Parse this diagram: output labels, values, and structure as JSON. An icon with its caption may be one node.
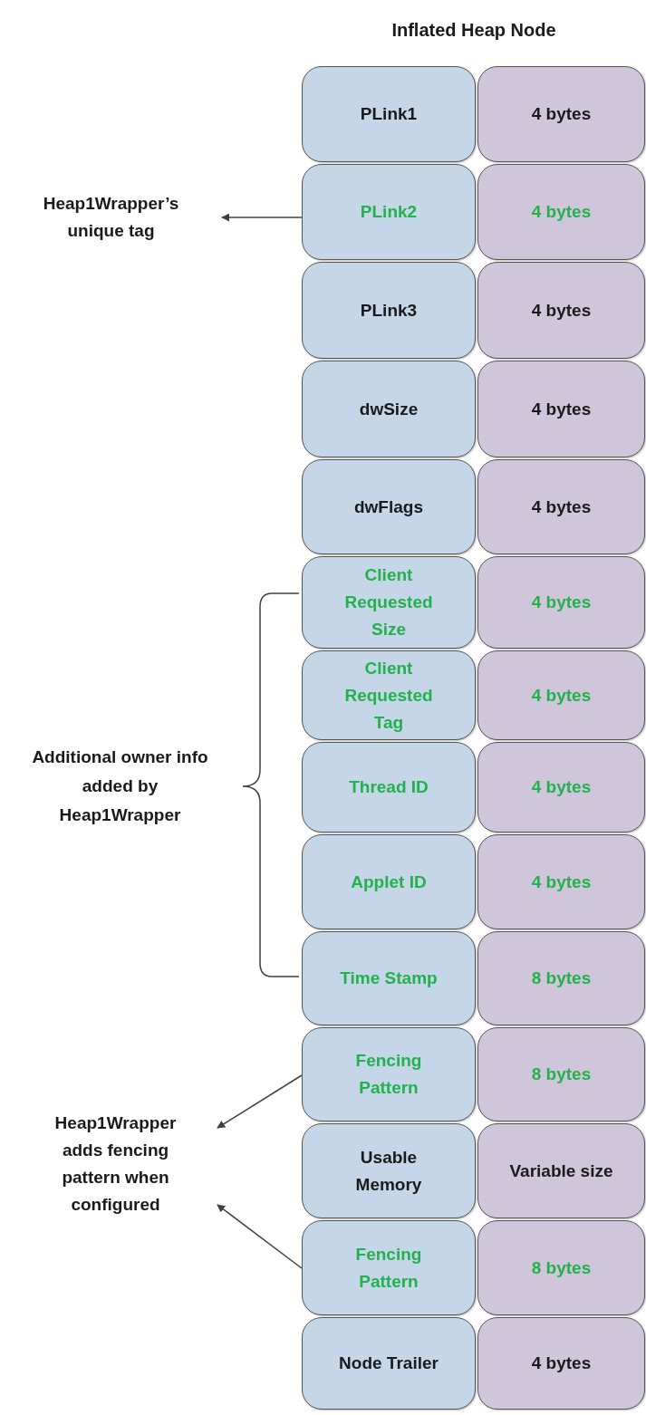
{
  "diagram": {
    "title": "Inflated Heap Node",
    "nodes": [
      {
        "text": [
          "PLink1"
        ]
      },
      {
        "text": [
          "4 bytes"
        ]
      },
      {
        "text": [
          "PLink2"
        ]
      },
      {
        "text": [
          "4 bytes"
        ]
      },
      {
        "text": [
          "PLink3"
        ]
      },
      {
        "text": [
          "4 bytes"
        ]
      },
      {
        "text": [
          "dwSize"
        ]
      },
      {
        "text": [
          "4 bytes"
        ]
      },
      {
        "text": [
          "dwFlags"
        ]
      },
      {
        "text": [
          "4 bytes"
        ]
      },
      {
        "text": [
          "Client Requested Size"
        ]
      },
      {
        "text": [
          "4 bytes"
        ]
      },
      {
        "text": [
          "Client Requested Tag"
        ]
      },
      {
        "text": [
          "4 bytes"
        ]
      },
      {
        "text": [
          "Thread ID"
        ]
      },
      {
        "text": [
          "4 bytes"
        ]
      },
      {
        "text": [
          "Applet ID"
        ]
      },
      {
        "text": [
          "4 bytes"
        ]
      },
      {
        "text": [
          "Time Stamp"
        ]
      },
      {
        "text": [
          "8 bytes"
        ]
      },
      {
        "text": [
          "Fencing Pattern"
        ]
      },
      {
        "text": [
          "8 bytes"
        ]
      },
      {
        "text": [
          "Usable Memory"
        ]
      },
      {
        "text": [
          "Variable size"
        ]
      },
      {
        "text": [
          "Fencing Pattern"
        ]
      },
      {
        "text": [
          "8 bytes"
        ]
      },
      {
        "text": [
          "Node Trailer"
        ]
      },
      {
        "text": [
          "4 bytes"
        ]
      },
      {
        "text": [
          "Heap1Wrapper’s unique tag"
        ]
      },
      {
        "text": [
          "Heap1Wrapper adds fencing pattern when configured"
        ]
      }
    ],
    "edges": [
      {
        "from": 2,
        "to": 28,
        "arrow": "to"
      },
      {
        "from": 20,
        "to": 29,
        "arrow": "to"
      },
      {
        "from": 24,
        "to": 29,
        "arrow": "to"
      }
    ],
    "labels": [
      "Additional owner info added by Heap1Wrapper"
    ]
  }
}
